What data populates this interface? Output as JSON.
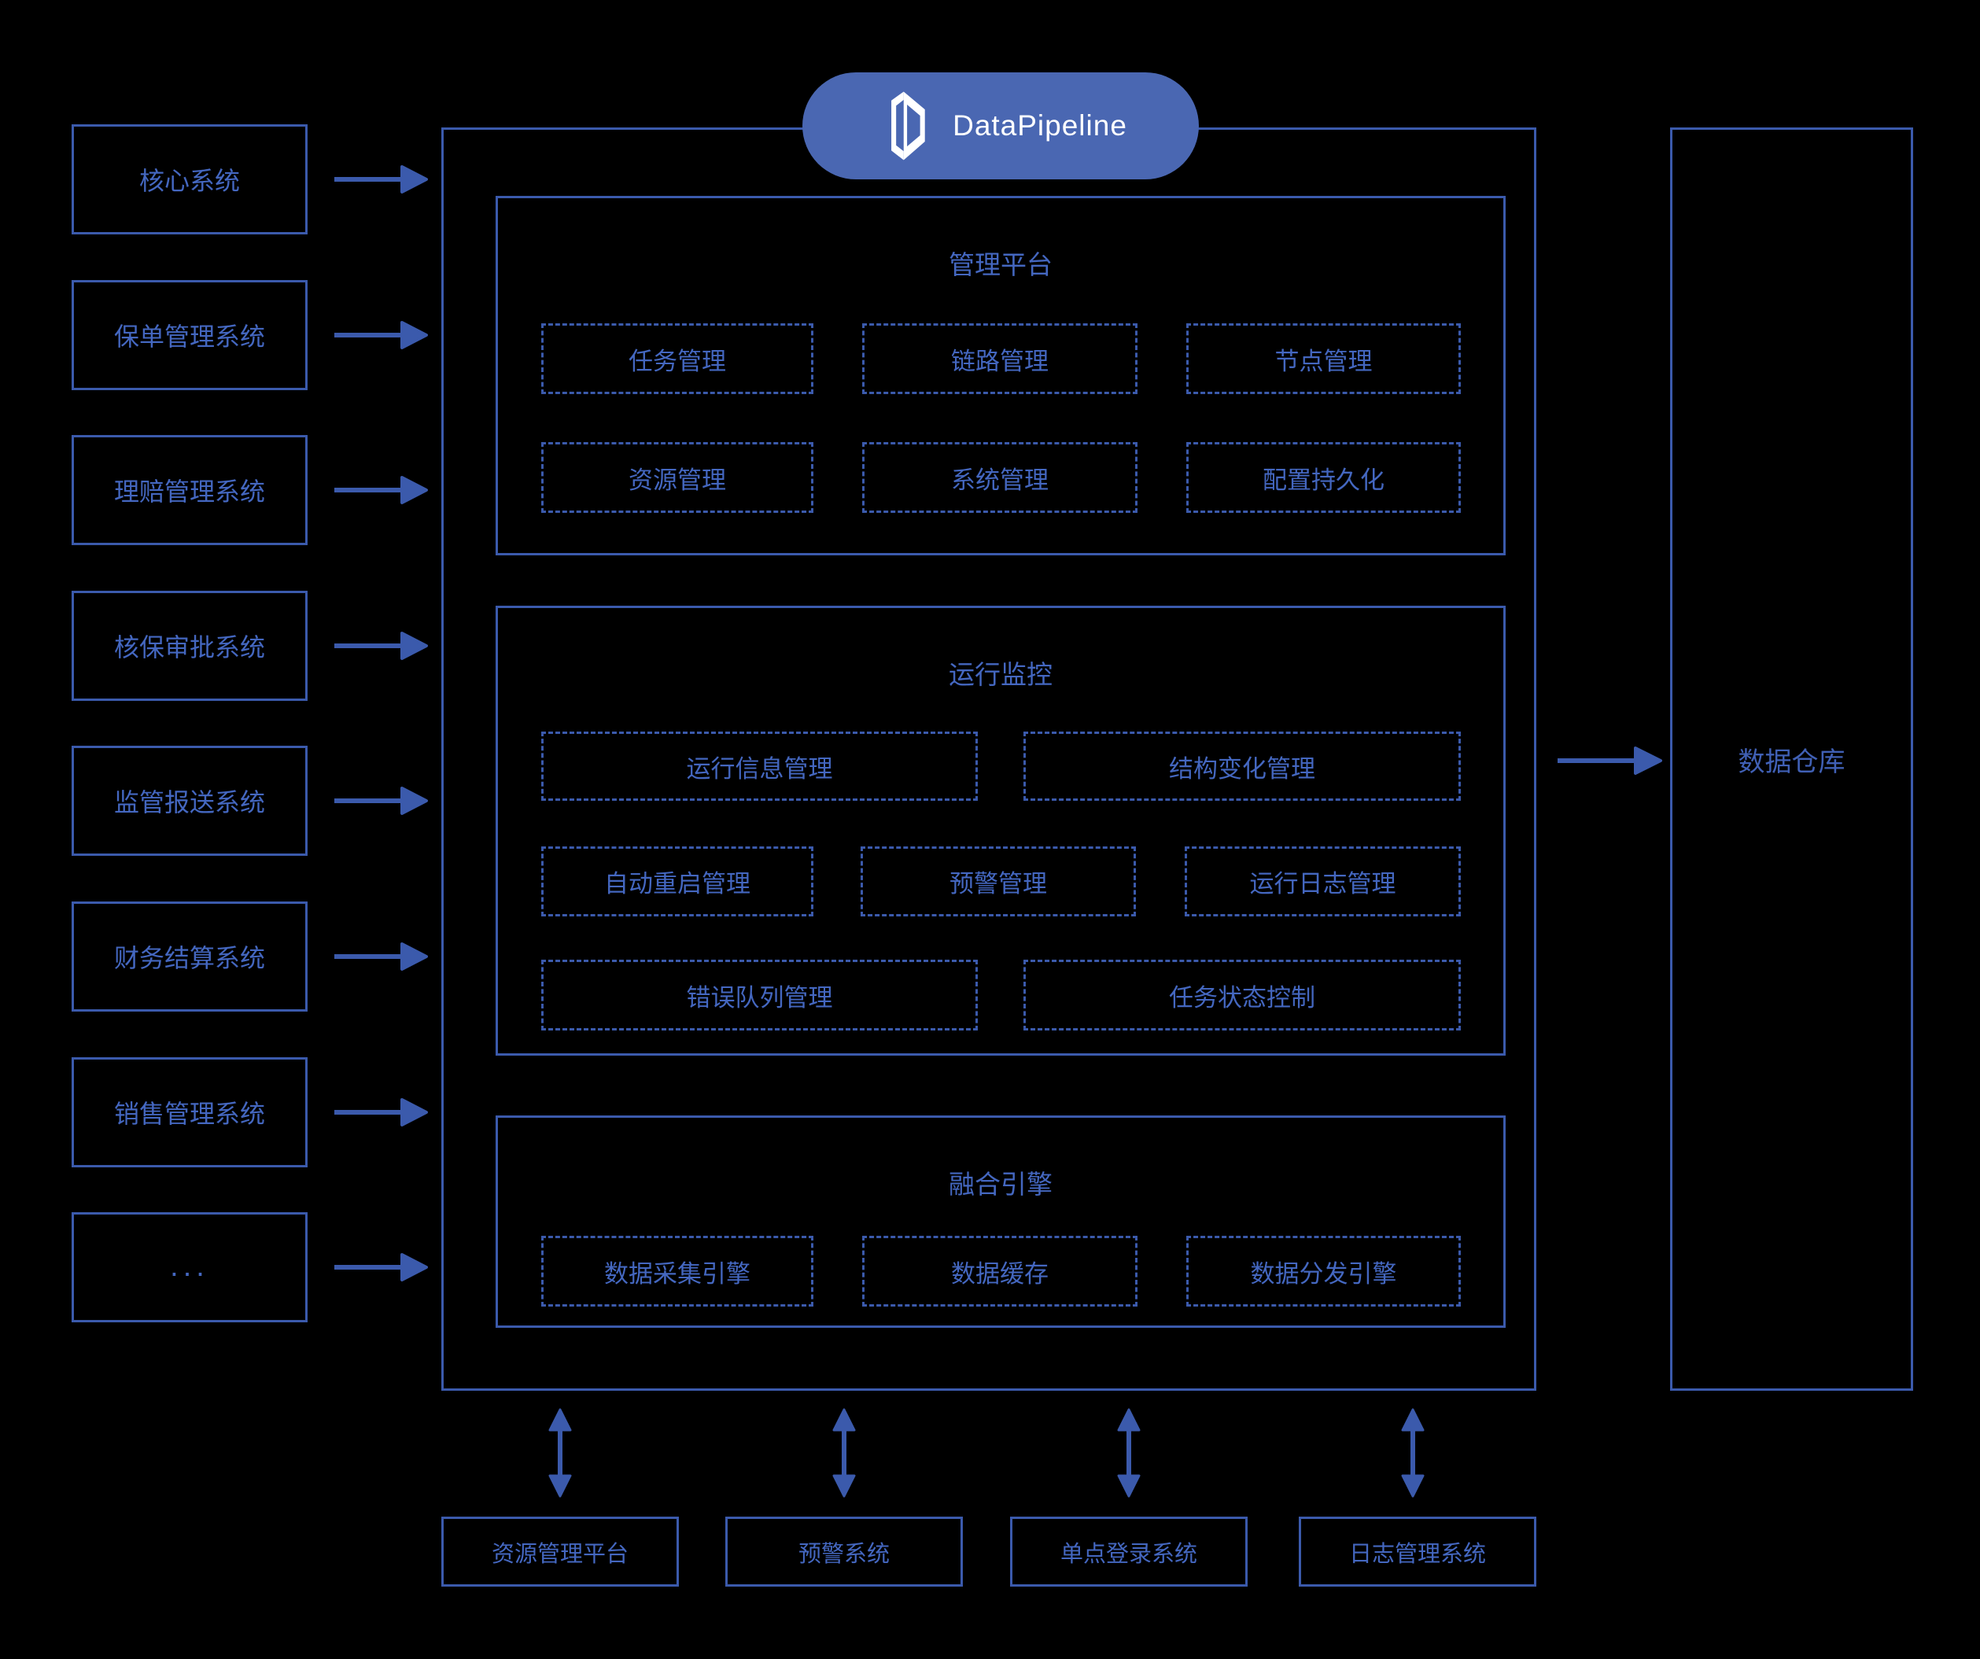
{
  "palette": {
    "bg": "#000000",
    "line": "#3B5AAC",
    "text": "#4467C0",
    "dim_text": "#4060B5",
    "pill_bg": "#4A67B2",
    "pill_text": "#FFFFFF"
  },
  "brand": {
    "name": "DataPipeline",
    "logo_icon": "datapipeline-prism-logo"
  },
  "source_systems": [
    "核心系统",
    "保单管理系统",
    "理赔管理系统",
    "核保审批系统",
    "监管报送系统",
    "财务结算系统",
    "销售管理系统",
    "..."
  ],
  "platform": {
    "sections": [
      {
        "title": "管理平台",
        "rows": [
          [
            "任务管理",
            "链路管理",
            "节点管理"
          ],
          [
            "资源管理",
            "系统管理",
            "配置持久化"
          ]
        ]
      },
      {
        "title": "运行监控",
        "rows": [
          [
            "运行信息管理",
            "结构变化管理"
          ],
          [
            "自动重启管理",
            "预警管理",
            "运行日志管理"
          ],
          [
            "错误队列管理",
            "任务状态控制"
          ]
        ]
      },
      {
        "title": "融合引擎",
        "rows": [
          [
            "数据采集引擎",
            "数据缓存",
            "数据分发引擎"
          ]
        ]
      }
    ]
  },
  "target_system": {
    "label": "数据仓库"
  },
  "support_systems": [
    "资源管理平台",
    "预警系统",
    "单点登录系统",
    "日志管理系统"
  ]
}
